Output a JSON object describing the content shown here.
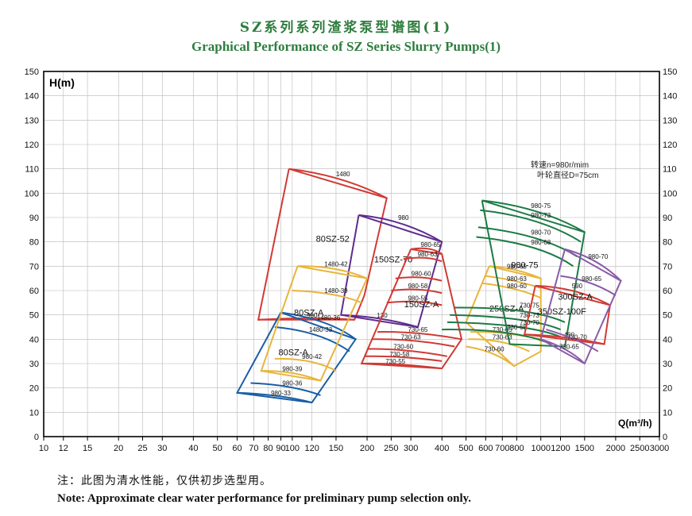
{
  "title_cn": "SZ系列系列渣浆泵型谱图(1)",
  "title_en": "Graphical Performance of SZ Series Slurry Pumps(1)",
  "note_cn": "注：此图为清水性能，仅供初步选型用。",
  "note_en": "Note: Approximate clear water performance for preliminary pump selection only.",
  "chart_data": {
    "type": "line",
    "ylabel": "H(m)",
    "xlabel": "Q(m³/h)",
    "x_scale": "log",
    "xlim": [
      10,
      3000
    ],
    "ylim": [
      0,
      150
    ],
    "grid": true,
    "x_ticks": [
      10,
      12,
      15,
      20,
      25,
      30,
      40,
      50,
      60,
      70,
      80,
      90,
      100,
      120,
      150,
      200,
      250,
      300,
      400,
      500,
      600,
      700,
      800,
      1000,
      1200,
      1500,
      2000,
      2500,
      3000
    ],
    "x_tick_labels": [
      "10",
      "12",
      "15",
      "20",
      "25",
      "30",
      "40",
      "50",
      "60",
      "70",
      "80",
      "90",
      "100",
      "120",
      "150",
      "200",
      "250",
      "300",
      "400",
      "500",
      "600",
      "700",
      "800",
      "1000",
      "1200",
      "1500",
      "2000",
      "2500",
      "3000"
    ],
    "y_ticks": [
      0,
      10,
      20,
      30,
      40,
      50,
      60,
      70,
      80,
      90,
      100,
      110,
      120,
      130,
      140,
      150
    ],
    "pumps": [
      {
        "name": "80SZ-52",
        "color": "#d03a34",
        "outline": [
          [
            97,
            110
          ],
          [
            240,
            98
          ],
          [
            240,
            98
          ],
          [
            195,
            58
          ],
          [
            178,
            48
          ],
          [
            73,
            48
          ],
          [
            97,
            110
          ]
        ],
        "curves": [
          {
            "label": "1480",
            "pts": [
              [
                97,
                110
              ],
              [
                160,
                106
              ],
              [
                240,
                98
              ]
            ]
          },
          {
            "label": "980",
            "pts": [
              [
                73,
                48
              ],
              [
                120,
                48
              ],
              [
                178,
                48
              ]
            ]
          }
        ]
      },
      {
        "name": "150SZ-70",
        "color": "#5e2c8e",
        "outline": [
          [
            185,
            91
          ],
          [
            400,
            80
          ],
          [
            400,
            80
          ],
          [
            320,
            45
          ],
          [
            157,
            50
          ],
          [
            185,
            91
          ]
        ],
        "curves": [
          {
            "label": "980",
            "pts": [
              [
                185,
                91
              ],
              [
                280,
                88
              ],
              [
                400,
                80
              ]
            ]
          },
          {
            "label": "130",
            "pts": [
              [
                157,
                50
              ],
              [
                230,
                48
              ],
              [
                320,
                45
              ]
            ]
          }
        ]
      },
      {
        "name": "80SZ-A",
        "color": "#1a5ea5",
        "outline": [
          [
            90,
            51
          ],
          [
            180,
            40
          ],
          [
            120,
            14
          ],
          [
            60,
            18
          ],
          [
            90,
            51
          ]
        ],
        "curves": [
          {
            "label": "1480-36",
            "pts": [
              [
                90,
                51
              ],
              [
                140,
                47
              ],
              [
                180,
                40
              ]
            ]
          },
          {
            "label": "1480-33",
            "pts": [
              [
                85,
                45
              ],
              [
                130,
                42
              ],
              [
                170,
                35
              ]
            ]
          },
          {
            "label": "980-36",
            "pts": [
              [
                68,
                22
              ],
              [
                100,
                20
              ],
              [
                130,
                17
              ]
            ]
          },
          {
            "label": "980-33",
            "pts": [
              [
                60,
                18
              ],
              [
                90,
                16
              ],
              [
                120,
                14
              ]
            ]
          }
        ]
      },
      {
        "name": "80SZ-A",
        "color": "#e8b53a",
        "outline": [
          [
            105,
            70
          ],
          [
            200,
            65
          ],
          [
            130,
            23
          ],
          [
            75,
            27
          ],
          [
            105,
            70
          ]
        ],
        "curves": [
          {
            "label": "1480-42",
            "pts": [
              [
                105,
                70
              ],
              [
                150,
                69
              ],
              [
                200,
                65
              ]
            ]
          },
          {
            "label": "1480-39",
            "pts": [
              [
                100,
                60
              ],
              [
                150,
                58
              ],
              [
                190,
                55
              ]
            ]
          },
          {
            "label": "980-42",
            "pts": [
              [
                85,
                32
              ],
              [
                120,
                31
              ],
              [
                150,
                27
              ]
            ]
          },
          {
            "label": "980-39",
            "pts": [
              [
                75,
                27
              ],
              [
                100,
                26
              ],
              [
                130,
                23
              ]
            ]
          }
        ]
      },
      {
        "name": "150SZ-A",
        "color": "#d03a34",
        "outline": [
          [
            300,
            77
          ],
          [
            400,
            75
          ],
          [
            480,
            40
          ],
          [
            400,
            28
          ],
          [
            190,
            30
          ],
          [
            300,
            77
          ]
        ],
        "curves": [
          {
            "label": "980-65",
            "pts": [
              [
                300,
                77
              ],
              [
                360,
                77
              ],
              [
                400,
                75
              ]
            ]
          },
          {
            "label": "980-63",
            "pts": [
              [
                280,
                73
              ],
              [
                350,
                73
              ],
              [
                400,
                72
              ]
            ]
          },
          {
            "label": "980-60",
            "pts": [
              [
                260,
                65
              ],
              [
                330,
                65
              ],
              [
                400,
                64
              ]
            ]
          },
          {
            "label": "980-58",
            "pts": [
              [
                250,
                60
              ],
              [
                320,
                60
              ],
              [
                400,
                59
              ]
            ]
          },
          {
            "label": "980-55",
            "pts": [
              [
                240,
                55
              ],
              [
                320,
                55
              ],
              [
                400,
                54
              ]
            ]
          },
          {
            "label": "730-65",
            "pts": [
              [
                220,
                43
              ],
              [
                320,
                42
              ],
              [
                480,
                40
              ]
            ]
          },
          {
            "label": "730-63",
            "pts": [
              [
                210,
                40
              ],
              [
                300,
                39
              ],
              [
                450,
                37
              ]
            ]
          },
          {
            "label": "730-60",
            "pts": [
              [
                200,
                36
              ],
              [
                280,
                35
              ],
              [
                420,
                33
              ]
            ]
          },
          {
            "label": "730-58",
            "pts": [
              [
                195,
                33
              ],
              [
                270,
                32
              ],
              [
                400,
                31
              ]
            ]
          },
          {
            "label": "730-55",
            "pts": [
              [
                190,
                30
              ],
              [
                260,
                29
              ],
              [
                400,
                28
              ]
            ]
          }
        ]
      },
      {
        "name": "250SZ-A",
        "color": "#e8b53a",
        "outline": [
          [
            620,
            70
          ],
          [
            1000,
            65
          ],
          [
            1000,
            35
          ],
          [
            780,
            29
          ],
          [
            500,
            47
          ],
          [
            620,
            70
          ]
        ],
        "curves": [
          {
            "label": "980-65",
            "pts": [
              [
                620,
                70
              ],
              [
                800,
                68
              ],
              [
                1000,
                65
              ]
            ]
          },
          {
            "label": "980-63",
            "pts": [
              [
                600,
                66
              ],
              [
                800,
                63
              ],
              [
                1000,
                61
              ]
            ]
          },
          {
            "label": "980-60",
            "pts": [
              [
                580,
                63
              ],
              [
                800,
                60
              ],
              [
                1000,
                57
              ]
            ]
          },
          {
            "label": "730-65",
            "pts": [
              [
                520,
                43
              ],
              [
                700,
                42
              ],
              [
                1000,
                40
              ]
            ]
          },
          {
            "label": "730-63",
            "pts": [
              [
                510,
                40
              ],
              [
                700,
                39
              ],
              [
                900,
                35
              ]
            ]
          },
          {
            "label": "730-60",
            "pts": [
              [
                500,
                37
              ],
              [
                650,
                34
              ],
              [
                780,
                29
              ]
            ]
          }
        ]
      },
      {
        "name": "980-75",
        "color": "#1c7a45",
        "outline": [
          [
            580,
            97
          ],
          [
            1500,
            84
          ],
          [
            1250,
            37
          ],
          [
            750,
            38
          ],
          [
            580,
            97
          ]
        ],
        "curves": [
          {
            "label": "980-75",
            "pts": [
              [
                580,
                97
              ],
              [
                1000,
                93
              ],
              [
                1500,
                84
              ]
            ]
          },
          {
            "label": "980-73",
            "pts": [
              [
                570,
                93
              ],
              [
                1000,
                89
              ],
              [
                1450,
                80
              ]
            ]
          },
          {
            "label": "980-70",
            "pts": [
              [
                560,
                86
              ],
              [
                1000,
                82
              ],
              [
                1400,
                74
              ]
            ]
          },
          {
            "label": "980-68",
            "pts": [
              [
                550,
                82
              ],
              [
                1000,
                78
              ],
              [
                1350,
                70
              ]
            ]
          },
          {
            "label": "730-75",
            "pts": [
              [
                450,
                53
              ],
              [
                900,
                52
              ],
              [
                1250,
                47
              ]
            ]
          },
          {
            "label": "730-73",
            "pts": [
              [
                430,
                50
              ],
              [
                900,
                48
              ],
              [
                1200,
                44
              ]
            ]
          },
          {
            "label": "730-70",
            "pts": [
              [
                420,
                47
              ],
              [
                900,
                45
              ],
              [
                1200,
                41
              ]
            ]
          },
          {
            "label": "730-68",
            "pts": [
              [
                400,
                44
              ],
              [
                800,
                43
              ],
              [
                1100,
                38
              ]
            ]
          }
        ]
      },
      {
        "name": "350SZ-100F",
        "color": "#d03a34",
        "outline": [
          [
            950,
            62
          ],
          [
            1900,
            54
          ],
          [
            1800,
            38
          ],
          [
            860,
            42
          ],
          [
            950,
            62
          ]
        ],
        "curves": [
          {
            "label": "590",
            "pts": [
              [
                950,
                62
              ],
              [
                1400,
                60
              ],
              [
                1900,
                54
              ]
            ]
          },
          {
            "label": "490",
            "pts": [
              [
                860,
                42
              ],
              [
                1300,
                40
              ],
              [
                1800,
                38
              ]
            ]
          }
        ]
      },
      {
        "name": "300SZ-A",
        "color": "#8a5aa8",
        "outline": [
          [
            1250,
            77
          ],
          [
            2100,
            64
          ],
          [
            1500,
            30
          ],
          [
            1000,
            40
          ],
          [
            1250,
            77
          ]
        ],
        "curves": [
          {
            "label": "980-70",
            "pts": [
              [
                1250,
                77
              ],
              [
                1700,
                72
              ],
              [
                2100,
                64
              ]
            ]
          },
          {
            "label": "980-65",
            "pts": [
              [
                1200,
                66
              ],
              [
                1600,
                63
              ],
              [
                2000,
                58
              ]
            ]
          },
          {
            "label": "730-70",
            "pts": [
              [
                1050,
                44
              ],
              [
                1400,
                39
              ],
              [
                1700,
                35
              ]
            ]
          },
          {
            "label": "730-65",
            "pts": [
              [
                1000,
                40
              ],
              [
                1300,
                35
              ],
              [
                1500,
                30
              ]
            ]
          }
        ]
      }
    ],
    "annotations": [
      "转速n=980r/mim",
      "叶轮直径D=75cm"
    ]
  }
}
